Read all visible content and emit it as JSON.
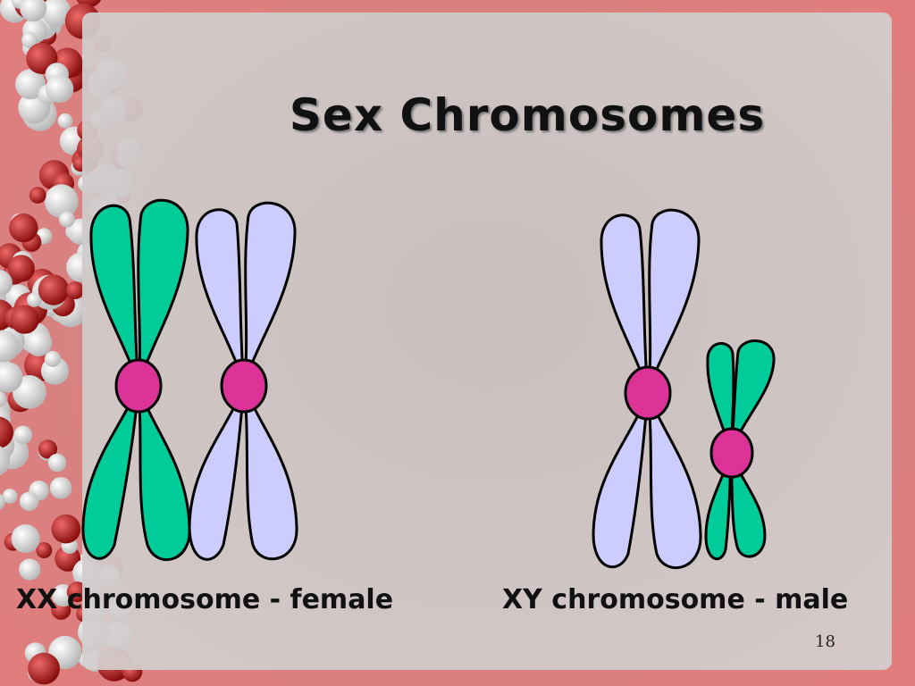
{
  "slide": {
    "title": "Sex Chromosomes",
    "page_number": "18"
  },
  "captions": {
    "female": "XX chromosome - female",
    "male": "XY chromosome - male"
  },
  "colors": {
    "x_chromosome_green": "#00cc99",
    "x_chromosome_lavender": "#ccccff",
    "centromere": "#dd3399",
    "outline": "#000000",
    "panel": "#c9c4c4",
    "background": "#e08a8a"
  }
}
